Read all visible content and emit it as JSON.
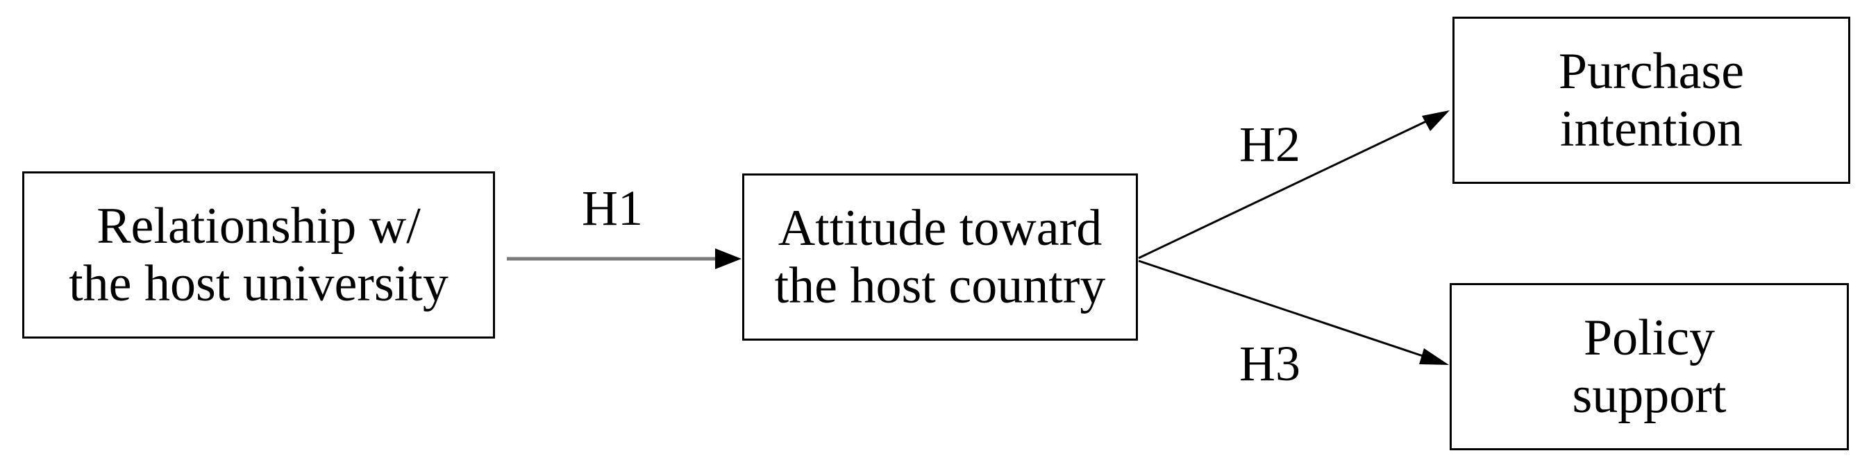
{
  "nodes": {
    "relationship": {
      "line1": "Relationship  w/",
      "line2": "the host university"
    },
    "attitude": {
      "line1": "Attitude  toward",
      "line2": "the host country"
    },
    "purchase": {
      "line1": "Purchase",
      "line2": "intention"
    },
    "policy": {
      "line1": "Policy",
      "line2": "support"
    }
  },
  "hypotheses": {
    "h1": "H1",
    "h2": "H2",
    "h3": "H3"
  },
  "colors": {
    "h1_arrow": "#7a7a7a",
    "arrow": "#000000",
    "border": "#000000"
  }
}
